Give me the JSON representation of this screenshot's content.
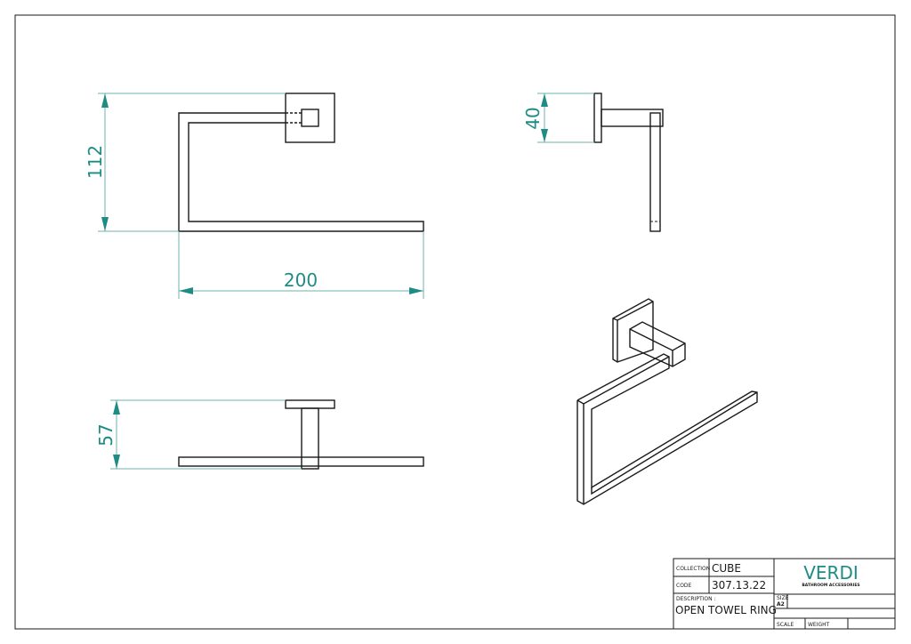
{
  "dimensions": {
    "height": "112",
    "width": "200",
    "side_depth": "40",
    "top_depth": "57"
  },
  "title_block": {
    "collection_label": "COLLECTION",
    "collection_value": "CUBE",
    "code_label": "CODE",
    "code_value": "307.13.22",
    "description_label": "DESCRIPTION :",
    "description_value": "OPEN TOWEL RING",
    "brand": "VERDI",
    "brand_sub": "BATHROOM ACCESSORIES",
    "size_label": "SIZE",
    "size_value": "A2",
    "scale_label": "SCALE",
    "weight_label": "WEIGHT"
  },
  "colors": {
    "dimension": "#1e8b85",
    "line": "#1a1a1a"
  }
}
